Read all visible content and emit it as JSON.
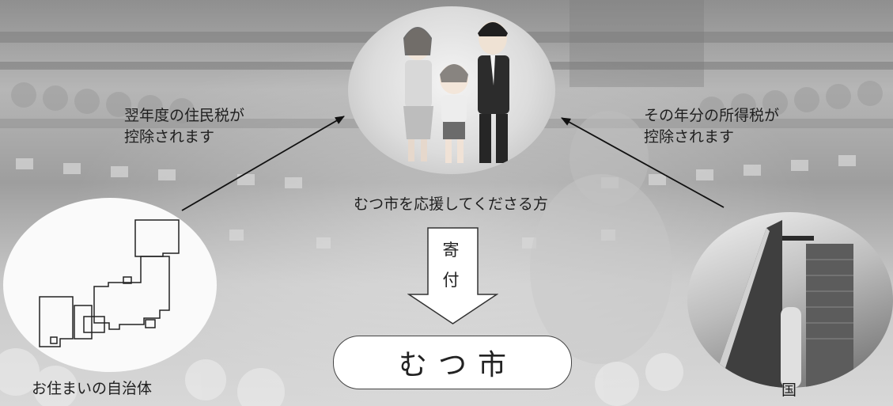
{
  "diagram": {
    "supporter_label": "むつ市を応援してくださる方",
    "local_gov_label": "お住まいの自治体",
    "country_label": "国",
    "resident_tax_note": [
      "翌年度の住民税が",
      "控除されます"
    ],
    "income_tax_note": [
      "その年分の所得税が",
      "控除されます"
    ],
    "donation_label": [
      "寄",
      "付"
    ],
    "city_name": "むつ市"
  }
}
